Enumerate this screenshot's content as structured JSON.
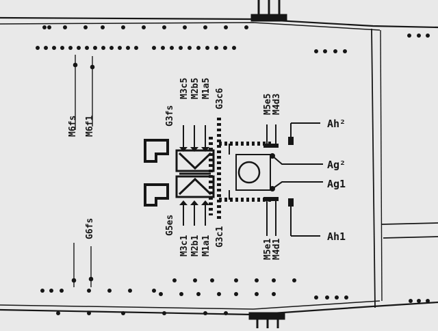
{
  "diagram": {
    "labels": {
      "m6fs": "M6fs",
      "m6f1": "M6f1",
      "g6fs": "G6fs",
      "g3fs": "G3fs",
      "g5es": "G5es",
      "m3c5": "M3c5",
      "m2b5": "M2b5",
      "m1a5": "M1a5",
      "g3c6": "G3c6",
      "m3c1": "M3c1",
      "m2b1": "M2b1",
      "m1a1": "M1a1",
      "g3c1": "G3c1",
      "m5e5": "M5e5",
      "m4d3": "M4d3",
      "m5e1": "M5e1",
      "m4d1": "M4d1",
      "ah2": "Ah²",
      "ag2": "Ag²",
      "ag1": "Ag1",
      "ah1": "Ah1"
    },
    "colors": {
      "paper": "#e9e9e9",
      "ink": "#161616"
    }
  }
}
